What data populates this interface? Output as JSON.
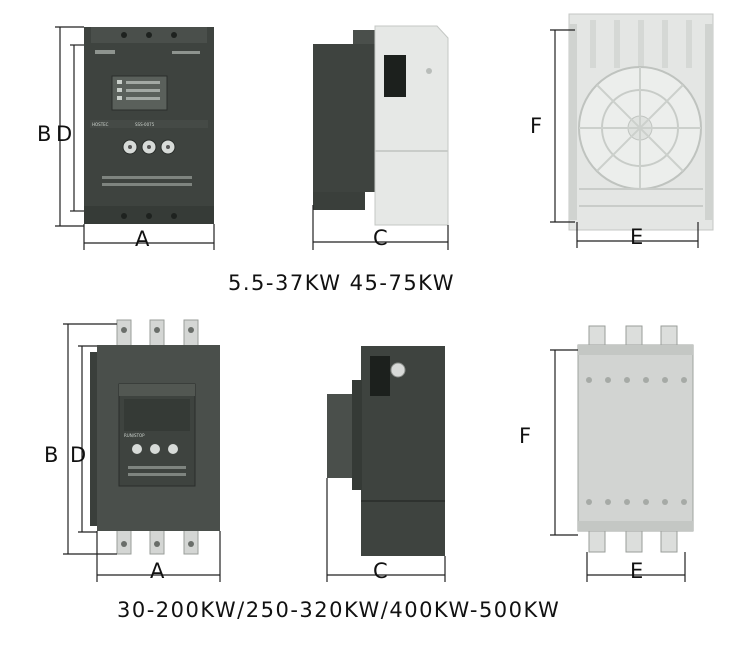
{
  "labels": {
    "top_front_b": "B",
    "top_front_d": "D",
    "top_front_a": "A",
    "top_side_c": "C",
    "top_rear_f": "F",
    "top_rear_e": "E",
    "bottom_front_b": "B",
    "bottom_front_d": "D",
    "bottom_front_a": "A",
    "bottom_side_c": "C",
    "bottom_rear_f": "F",
    "bottom_rear_e": "E"
  },
  "captions": {
    "top": "5.5-37KW  45-75KW",
    "bottom": "30-200KW/250-320KW/400KW-500KW"
  },
  "device_print": {
    "brand": "HOSTEC",
    "model": "SSS-0075",
    "panel_label": "RUN/STOP"
  },
  "colors": {
    "housing_dark": "#3a3f3b",
    "housing_mid": "#4a4f4b",
    "side_light": "#e6e8e6",
    "rear_plate_light": "#e4e6e4",
    "metal_plate": "#d2d4d2",
    "ink": "#111111"
  }
}
